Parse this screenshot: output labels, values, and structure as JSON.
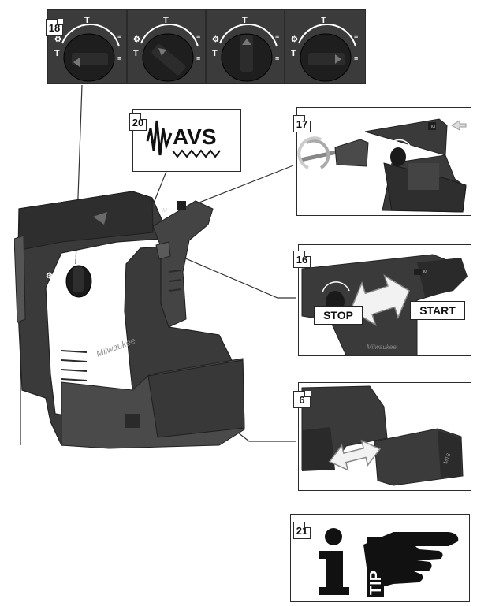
{
  "figures": {
    "f18": {
      "number": "18"
    },
    "f20": {
      "number": "20",
      "logo_text": "AVS"
    },
    "f17": {
      "number": "17"
    },
    "f16": {
      "number": "16",
      "stop_label": "STOP",
      "start_label": "START"
    },
    "f6": {
      "number": "6"
    },
    "f21": {
      "number": "21",
      "tip_text": "TIP",
      "info_glyph": "i"
    }
  },
  "brand": {
    "name": "Milwaukee"
  },
  "colors": {
    "tool_dark": "#2c2c2c",
    "tool_mid": "#4a4a4a",
    "tool_light": "#6a6a6a",
    "outline": "#2b2b2b"
  },
  "icons": [
    "mode-dial-icon",
    "rotation-arrows-icon",
    "double-arrow-icon",
    "avs-vibration-icon",
    "pointing-hand-icon",
    "info-icon"
  ]
}
